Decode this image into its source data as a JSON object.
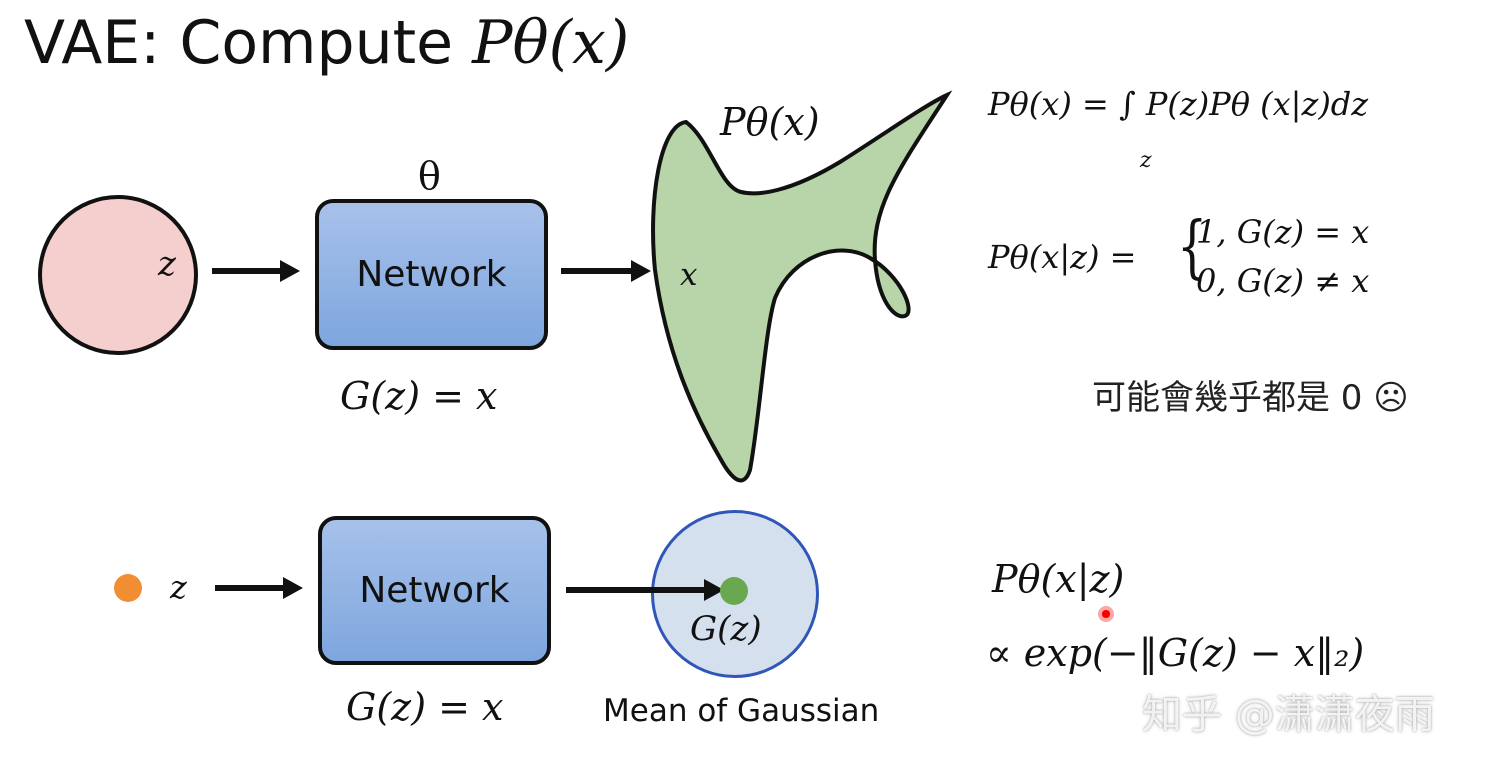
{
  "title": {
    "prefix": "VAE: Compute ",
    "math": "Pθ(x)"
  },
  "diagram": {
    "z_label": "z",
    "theta": "θ",
    "network_label": "Network",
    "g_eq": "G(z) = x",
    "x_label": "x",
    "shape_label": "Pθ(x)",
    "g_label": "G(z)",
    "mean_label": "Mean of Gaussian"
  },
  "equations": {
    "integral": "Pθ(x) = ∫ P(z)Pθ (x|z)dz",
    "integral_sub": "z",
    "cases_lhs": "Pθ(x|z) =",
    "case_1": "1,        G(z) = x",
    "case_0": "0,        G(z) ≠ x",
    "note": "可能會幾乎都是 0 ☹",
    "gauss_lhs": "Pθ(x|z)",
    "gauss_rhs": "∝ exp(−‖G(z) − x‖₂)"
  },
  "watermark": "知乎 @潇潇夜雨"
}
